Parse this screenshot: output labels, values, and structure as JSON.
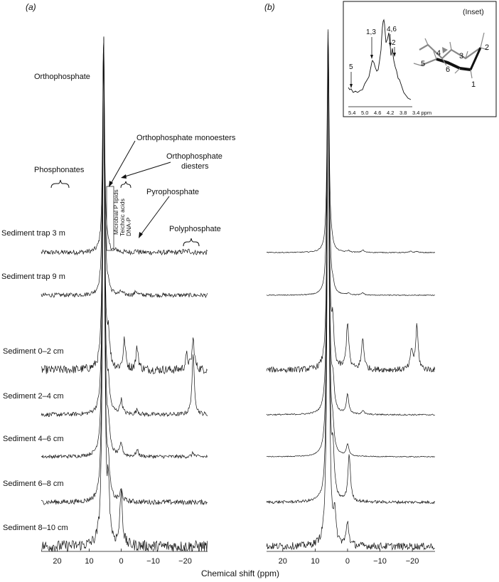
{
  "figure": {
    "panel_a_label": "(a)",
    "panel_b_label": "(b)",
    "xlabel": "Chemical shift (ppm)"
  },
  "annotations": {
    "orthophosphate": "Orthophosphate",
    "monoesters": "Orthophosphate monoesters",
    "diesters_line1": "Orthophosphate",
    "diesters_line2": "diesters",
    "phosphonates": "Phosphonates",
    "pyrophosphate": "Pyrophosphate",
    "polyphosphate": "Polyphosphate",
    "microbial": "Microbial P lipids",
    "teichoic": "Teichoic acids",
    "dnap": "DNA-P"
  },
  "inset": {
    "title": "(Inset)",
    "xticks": [
      "5.4",
      "5.0",
      "4.6",
      "4.2",
      "3.8",
      "3.4 ppm"
    ],
    "peak_labels": [
      "5",
      "1,3",
      "4,6",
      "2"
    ],
    "ring_labels": [
      "1",
      "2",
      "3",
      "4",
      "5",
      "6"
    ]
  },
  "chart_data": [
    {
      "type": "line",
      "panel": "(a)",
      "xlabel": "Chemical shift (ppm)",
      "xlim": [
        25,
        -27
      ],
      "xticks": [
        20,
        10,
        0,
        -10,
        -20
      ],
      "xtick_labels": [
        "20",
        "10",
        "0",
        "−10",
        "−20"
      ],
      "series": [
        {
          "name": "Sediment trap 3 m",
          "peaks": [
            [
              5.5,
              1.0
            ],
            [
              4.5,
              0.05
            ],
            [
              1.3,
              0.02
            ],
            [
              -4.7,
              0.025
            ],
            [
              -19.5,
              0.02
            ],
            [
              -21.2,
              0.025
            ]
          ]
        },
        {
          "name": "Sediment trap 9 m",
          "peaks": [
            [
              5.5,
              1.0
            ],
            [
              4.0,
              0.07
            ],
            [
              0.0,
              0.04
            ],
            [
              -4.7,
              0.05
            ]
          ]
        },
        {
          "name": "Sediment 0–2 cm",
          "peaks": [
            [
              5.5,
              1.0
            ],
            [
              4.0,
              0.4
            ],
            [
              -1.0,
              0.37
            ],
            [
              -5.0,
              0.28
            ],
            [
              -20.5,
              0.18
            ],
            [
              -22.5,
              0.38
            ]
          ]
        },
        {
          "name": "Sediment 2–4 cm",
          "peaks": [
            [
              5.5,
              1.0
            ],
            [
              4.0,
              0.3
            ],
            [
              0.0,
              0.18
            ],
            [
              -5.0,
              0.06
            ],
            [
              -22.5,
              0.75
            ]
          ]
        },
        {
          "name": "Sediment 4–6 cm",
          "peaks": [
            [
              5.5,
              1.0
            ],
            [
              4.0,
              0.32
            ],
            [
              0.0,
              0.16
            ],
            [
              -5.0,
              0.08
            ],
            [
              -22.5,
              0.05
            ]
          ]
        },
        {
          "name": "Sediment 6–8 cm",
          "peaks": [
            [
              5.5,
              1.0
            ],
            [
              4.0,
              0.35
            ],
            [
              0.0,
              0.14
            ]
          ]
        },
        {
          "name": "Sediment 8–10 cm",
          "peaks": [
            [
              5.5,
              1.0
            ],
            [
              4.0,
              0.65
            ],
            [
              0.0,
              0.7
            ]
          ]
        }
      ]
    },
    {
      "type": "line",
      "panel": "(b)",
      "xlabel": "Chemical shift (ppm)",
      "xlim": [
        25,
        -27
      ],
      "xticks": [
        20,
        10,
        0,
        -10,
        -20
      ],
      "xtick_labels": [
        "20",
        "10",
        "0",
        "−10",
        "−20"
      ],
      "series": [
        {
          "name": "Sediment trap 3 m",
          "peaks": [
            [
              6.0,
              1.0
            ],
            [
              4.8,
              0.06
            ],
            [
              -0.3,
              0.02
            ],
            [
              -4.7,
              0.03
            ],
            [
              -19.5,
              0.015
            ],
            [
              -21.4,
              0.015
            ]
          ]
        },
        {
          "name": "Sediment trap 9 m",
          "peaks": [
            [
              6.0,
              1.0
            ],
            [
              4.5,
              0.08
            ],
            [
              -0.3,
              0.025
            ],
            [
              -4.7,
              0.03
            ]
          ]
        },
        {
          "name": "Sediment 0–2 cm",
          "peaks": [
            [
              6.0,
              1.0
            ],
            [
              4.6,
              0.5
            ],
            [
              0.0,
              0.6
            ],
            [
              -4.7,
              0.4
            ],
            [
              -19.8,
              0.25
            ],
            [
              -21.4,
              0.55
            ]
          ]
        },
        {
          "name": "Sediment 2–4 cm",
          "peaks": [
            [
              6.0,
              1.0
            ],
            [
              4.5,
              0.35
            ],
            [
              0.0,
              0.25
            ],
            [
              -4.7,
              0.05
            ]
          ]
        },
        {
          "name": "Sediment 4–6 cm",
          "peaks": [
            [
              6.0,
              1.0
            ],
            [
              4.6,
              0.3
            ],
            [
              0.0,
              0.15
            ]
          ]
        },
        {
          "name": "Sediment 6–8 cm",
          "peaks": [
            [
              6.0,
              1.0
            ],
            [
              4.5,
              0.55
            ],
            [
              -0.5,
              0.6
            ]
          ]
        },
        {
          "name": "Sediment 8–10 cm",
          "peaks": [
            [
              6.0,
              1.0
            ],
            [
              4.0,
              0.35
            ],
            [
              0.0,
              0.3
            ]
          ]
        }
      ]
    }
  ]
}
